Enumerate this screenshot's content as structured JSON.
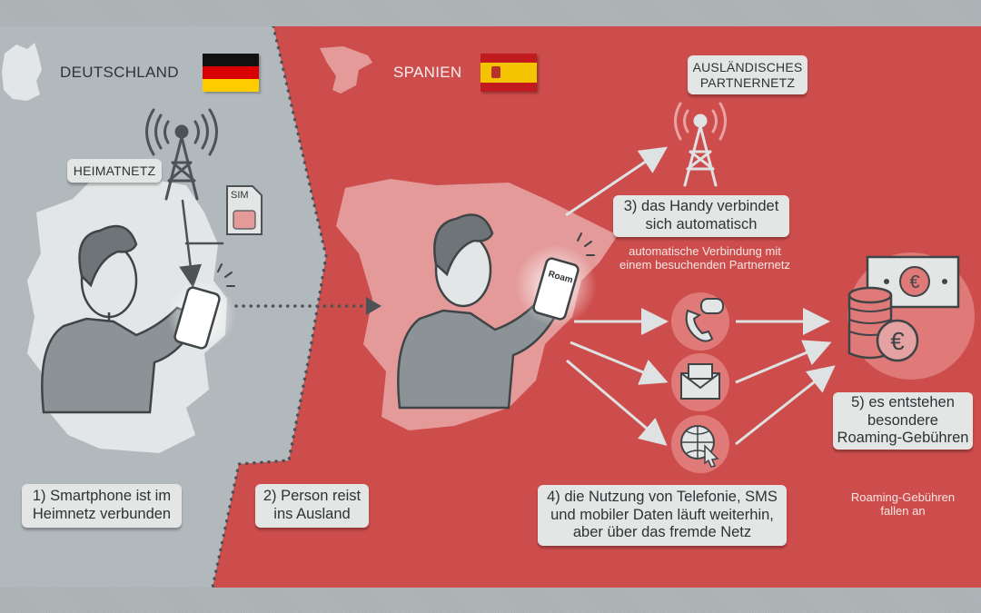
{
  "colors": {
    "home_bg": "#b2b9bd",
    "abroad_bg": "#cc4d4c",
    "map_light_home": "#e2e6e6",
    "map_light_abroad": "#e39a99",
    "outline": "#4d5256",
    "label_box": "#e4e6e6"
  },
  "home": {
    "country": "DEUTSCHLAND",
    "flag": "germany-flag",
    "network_label": "HEIMATNETZ",
    "sim_label": "SIM",
    "step1": "1) Smartphone ist im Heimnetz verbunden"
  },
  "abroad": {
    "country": "SPANIEN",
    "flag": "spain-flag",
    "network_label_line1": "AUSLÄNDISCHES",
    "network_label_line2": "PARTNERNETZ",
    "phone_badge": "Roam",
    "step2_line1": "2) Person reist",
    "step2_line2": "ins Ausland",
    "step3_line1": "3) das Handy verbindet",
    "step3_line2": "sich automatisch",
    "step3_note_line1": "automatische Verbindung mit",
    "step3_note_line2": "einem besuchenden Partnernetz",
    "step4_line1": "4) die Nutzung von Telefonie, SMS",
    "step4_line2": "und mobiler Daten läuft weiterhin,",
    "step4_line3": "aber über das fremde Netz",
    "services": [
      "phone-call-icon",
      "envelope-sms-icon",
      "globe-data-icon"
    ],
    "step5_line1": "5) es entstehen",
    "step5_line2": "besondere",
    "step5_line3": "Roaming-Gebühren",
    "step5_note_line1": "Roaming-Gebühren",
    "step5_note_line2": "fallen an",
    "fees_icon": "euro-money-icon"
  }
}
